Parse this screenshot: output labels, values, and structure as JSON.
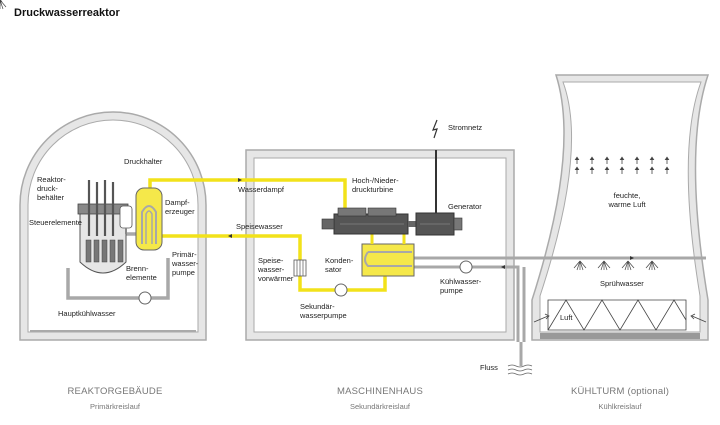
{
  "title": "Druckwasserreaktor",
  "sections": [
    {
      "name": "REAKTORGEBÄUDE",
      "circuit": "Primärkreislauf"
    },
    {
      "name": "MASCHINENHAUS",
      "circuit": "Sekundärkreislauf"
    },
    {
      "name": "KÜHLTURM (optional)",
      "circuit": "Kühlkreislauf"
    }
  ],
  "labels": {
    "druckhalter": "Druckhalter",
    "reaktor": [
      "Reaktor-",
      "druck-",
      "behälter"
    ],
    "steuerelemente": "Steuerelemente",
    "dampferzeuger": [
      "Dampf-",
      "erzeuger"
    ],
    "brennelemente": [
      "Brenn-",
      "elemente"
    ],
    "primaerpumpe": [
      "Primär-",
      "wasser-",
      "pumpe"
    ],
    "hauptkuehlwasser": "Hauptkühlwasser",
    "wasserdampf": "Wasserdampf",
    "speisewasser": "Speisewasser",
    "turbine": [
      "Hoch-/Nieder-",
      "druckturbine"
    ],
    "generator": "Generator",
    "stromnetz": "Stromnetz",
    "vorwaermer": [
      "Speise-",
      "wasser-",
      "vorwärmer"
    ],
    "kondensator": [
      "Konden-",
      "sator"
    ],
    "sekundaerpumpe": [
      "Sekundär-",
      "wasserpumpe"
    ],
    "kuehlpumpe": [
      "Kühlwasser-",
      "pumpe"
    ],
    "fluss": "Fluss",
    "luft_warm": [
      "feuchte,",
      "warme Luft"
    ],
    "spruehwasser": "Sprühwasser",
    "luft": "Luft"
  },
  "colors": {
    "grey_fill": "#e6e6e6",
    "grey_line": "#a8a8a8",
    "yellow": "#f2e21a",
    "yellow_fill": "#f5e84a",
    "dark": "#333333",
    "caption": "#777777"
  }
}
